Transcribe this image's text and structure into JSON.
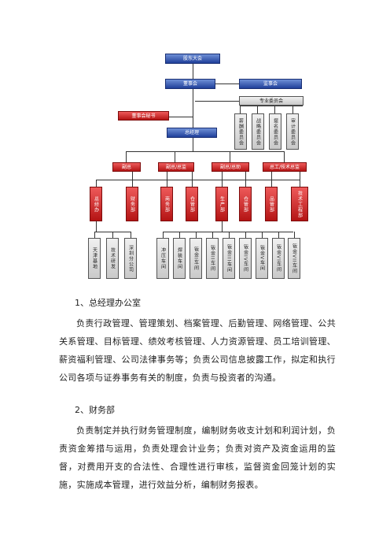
{
  "chart": {
    "shareholders": "股东大会",
    "board": "董事会",
    "supervisors": "监事会",
    "committee": "专业委员会",
    "committees": [
      "薪酬委员会",
      "战略委员会",
      "提名委员会",
      "审计委员会"
    ],
    "board_secretary": "董事会秘书",
    "gm": "总经理",
    "deputies": [
      "副总",
      "副总/总监",
      "副总/总助",
      "总工/技术总监"
    ],
    "departments": [
      "总经办",
      "财务部",
      "商务部",
      "仓管部",
      "生产部",
      "仓管部",
      "品管部",
      "技术工程部"
    ],
    "sub_a": [
      "天津基地",
      "技术研发",
      "深圳分公司"
    ],
    "sub_b": [
      "冲压车间",
      "焊装车间",
      "钣金I车间",
      "钣金II车间",
      "钣金III车间",
      "钣金IV车间",
      "钣金V车间",
      "钣金VI车间",
      "钣金VII车间"
    ]
  },
  "sections": [
    {
      "heading": "1、总经理办公室",
      "body": "负责行政管理、管理策划、档案管理、后勤管理、网络管理、公共关系管理、目标管理、绩效考核管理、人力资源管理、员工培训管理、薪资福利管理、公司法律事务等；负责公司信息披露工作，拟定和执行公司各项与证券事务有关的制度，负责与投资者的沟通。"
    },
    {
      "heading": "2、财务部",
      "body": "负责制定并执行财务管理制度，编制财务收支计划和利润计划，负责资金筹措与运用，负责处理会计业务；负责对资产及资金运用的监督，对费用开支的合法性、合理性进行审核，监督资金回笼计划的实施，实施成本管理，进行效益分析，编制财务报表。"
    }
  ]
}
